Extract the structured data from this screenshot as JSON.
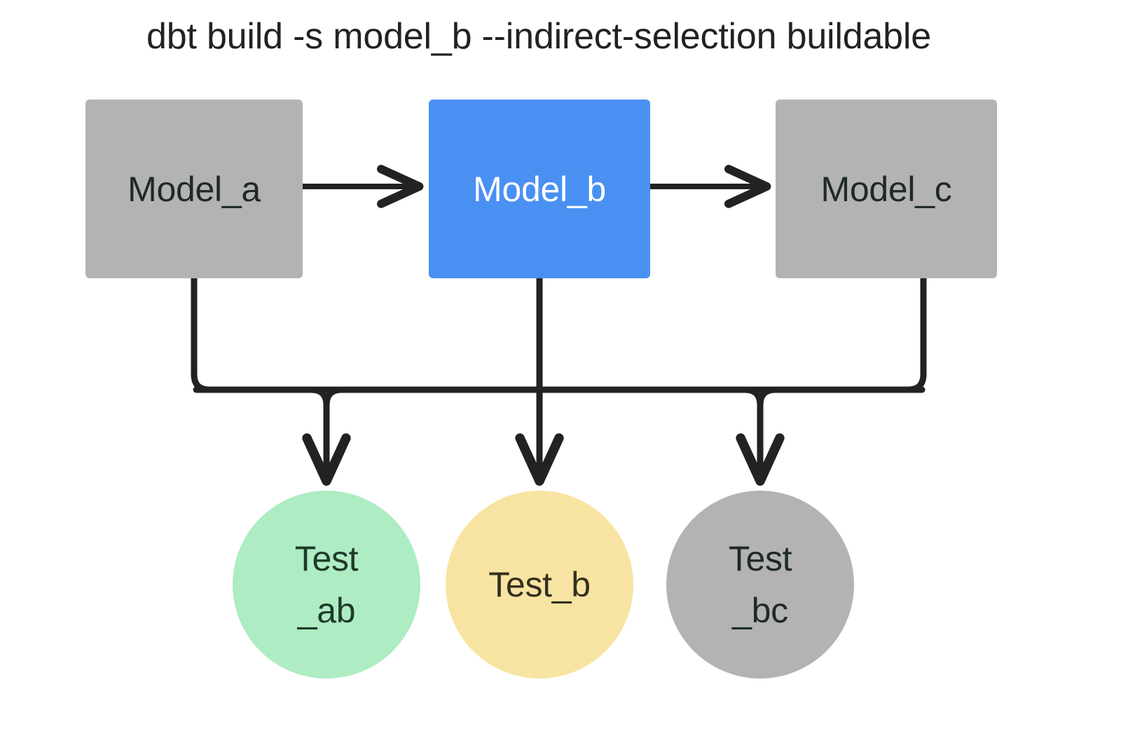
{
  "diagram": {
    "title": "dbt build -s model_b --indirect-selection buildable",
    "background_color": "#ffffff",
    "edge_color": "#222222",
    "type": "dag"
  },
  "models": [
    {
      "id": "model_a",
      "label": "Model_a",
      "shape": "rectangle",
      "fill_color": "#b3b3b3",
      "text_color": "#1f2a24",
      "selected": false
    },
    {
      "id": "model_b",
      "label": "Model_b",
      "shape": "rectangle",
      "fill_color": "#4a90f2",
      "text_color": "#ffffff",
      "selected": true
    },
    {
      "id": "model_c",
      "label": "Model_c",
      "shape": "rectangle",
      "fill_color": "#b3b3b3",
      "text_color": "#1f2a24",
      "selected": false
    }
  ],
  "tests": [
    {
      "id": "test_ab",
      "label": "Test_ab",
      "line1": "Test",
      "line2": "_ab",
      "shape": "circle",
      "fill_color": "#aeecc3",
      "text_color": "#1f3a29",
      "status": "will-run"
    },
    {
      "id": "test_b",
      "label": "Test_b",
      "line1": "Test_b",
      "line2": "",
      "shape": "circle",
      "fill_color": "#f8e4a2",
      "text_color": "#33301f",
      "status": "partially-run"
    },
    {
      "id": "test_bc",
      "label": "Test_bc",
      "line1": "Test",
      "line2": "_bc",
      "shape": "circle",
      "fill_color": "#b3b3b3",
      "text_color": "#1f2a24",
      "status": "skipped"
    }
  ],
  "edges": [
    {
      "id": "model_a-to-model_b",
      "from": "model_a",
      "to": "model_b",
      "style": "straight-arrow"
    },
    {
      "id": "model_b-to-model_c",
      "from": "model_b",
      "to": "model_c",
      "style": "straight-arrow"
    },
    {
      "id": "model_a-to-test_ab",
      "from": "model_a",
      "to": "test_ab",
      "style": "elbow-arrow"
    },
    {
      "id": "model_b-to-test_ab",
      "from": "model_b",
      "to": "test_ab",
      "style": "elbow-arrow"
    },
    {
      "id": "model_b-to-test_b",
      "from": "model_b",
      "to": "test_b",
      "style": "straight-arrow"
    },
    {
      "id": "model_b-to-test_bc",
      "from": "model_b",
      "to": "test_bc",
      "style": "elbow-arrow"
    },
    {
      "id": "model_c-to-test_bc",
      "from": "model_c",
      "to": "test_bc",
      "style": "elbow-arrow"
    }
  ]
}
